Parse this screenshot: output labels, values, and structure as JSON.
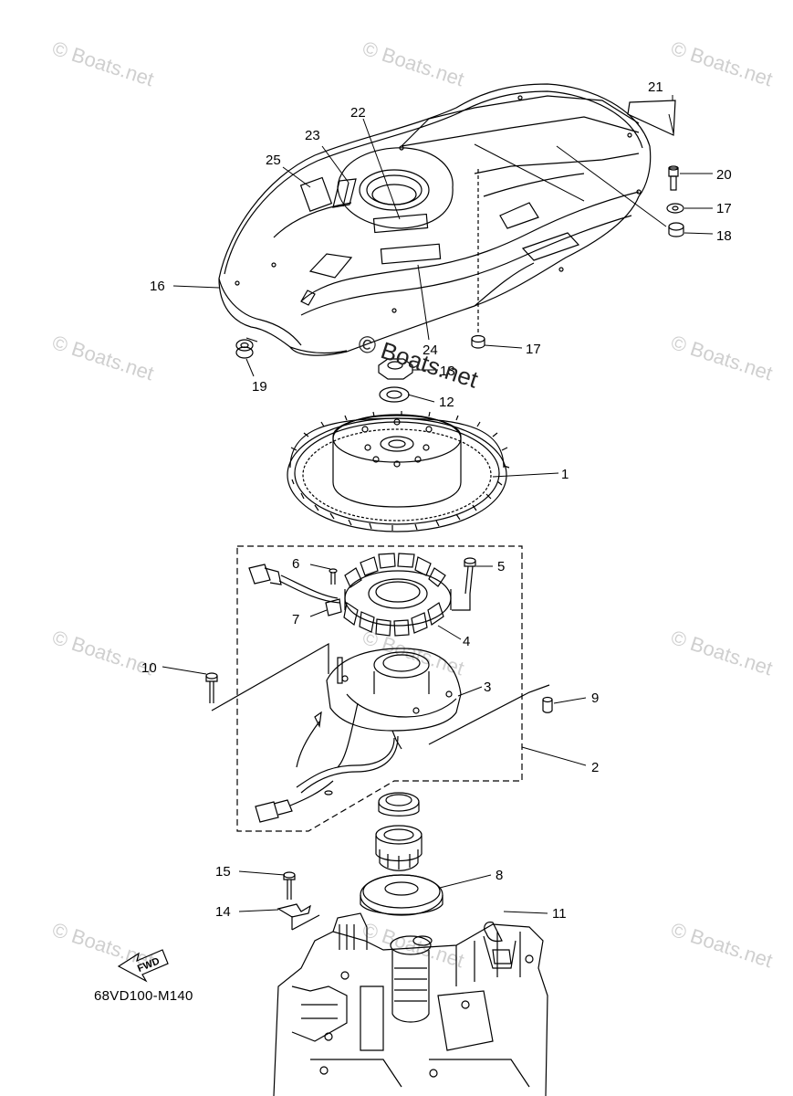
{
  "watermark": "© Boats.net",
  "center_watermark": "© Boats.net",
  "diagram_code": "68VD100-M140",
  "fwd_label": "FWD",
  "callouts": {
    "c1": "1",
    "c2": "2",
    "c3": "3",
    "c4": "4",
    "c5": "5",
    "c6": "6",
    "c7": "7",
    "c8": "8",
    "c9": "9",
    "c10": "10",
    "c11": "11",
    "c12": "12",
    "c13": "13",
    "c14": "14",
    "c15": "15",
    "c16": "16",
    "c17a": "17",
    "c17b": "17",
    "c18": "18",
    "c19": "19",
    "c20": "20",
    "c21": "21",
    "c22": "22",
    "c23": "23",
    "c24": "24",
    "c25": "25"
  }
}
